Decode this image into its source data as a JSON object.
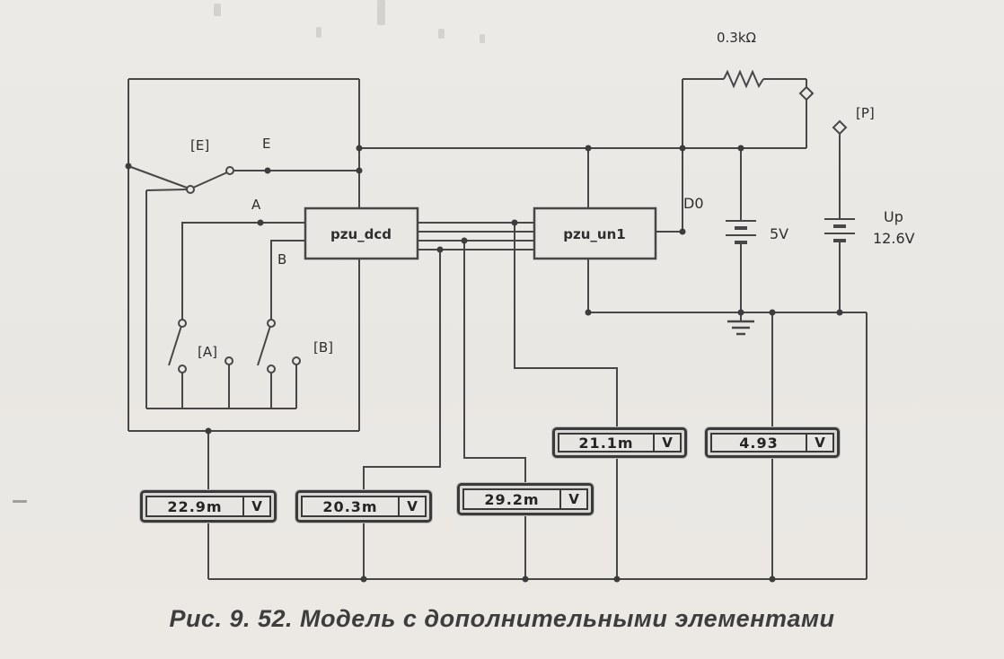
{
  "figure": {
    "caption": "Рис. 9. 52. Модель с дополнительными элементами"
  },
  "components": {
    "resistor_label": "0.3kΩ",
    "terminal_p": "[P]",
    "switch_e_label": "[E]",
    "node_e": "E",
    "node_a": "A",
    "node_b": "B",
    "switch_a_label": "[A]",
    "switch_b_label": "[B]",
    "block_decoder": "pzu_dcd",
    "block_rom": "pzu_un1",
    "node_d0": "D0",
    "battery_5v_label": "5V",
    "battery_up_name": "Up",
    "battery_up_value": "12.6V"
  },
  "meters": [
    {
      "value": "21.1m",
      "unit": "V"
    },
    {
      "value": "4.93",
      "unit": "V"
    },
    {
      "value": "22.9m",
      "unit": "V"
    },
    {
      "value": "20.3m",
      "unit": "V"
    },
    {
      "value": "29.2m",
      "unit": "V"
    }
  ]
}
